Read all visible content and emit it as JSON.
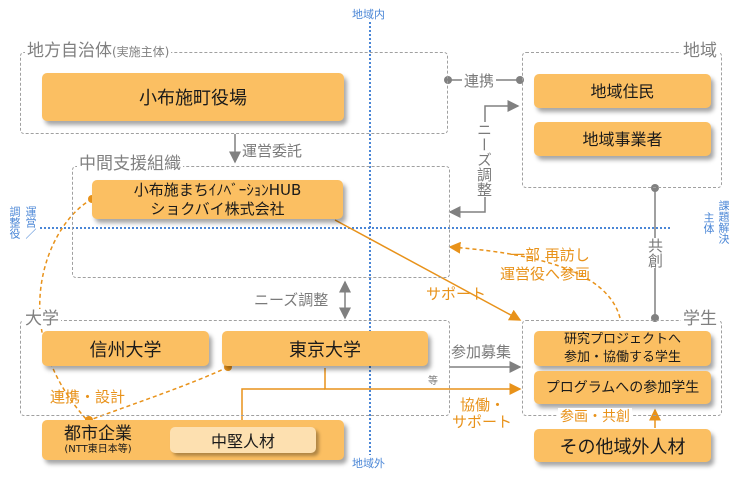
{
  "axis": {
    "top_label": "地域内",
    "bottom_label": "地域外",
    "left_label_col1": "調整役",
    "left_label_col2": "運営／",
    "right_label_col1": "主体",
    "right_label_col2": "課題解決"
  },
  "groups": {
    "local_gov": {
      "title": "地方自治体",
      "subtitle": "(実施主体)"
    },
    "region": {
      "title": "地域"
    },
    "intermediary": {
      "title": "中間支援組織"
    },
    "university": {
      "title": "大学"
    },
    "students": {
      "title": "学生"
    }
  },
  "boxes": {
    "obuse_town_office": "小布施町役場",
    "local_residents": "地域住民",
    "local_businesses": "地域事業者",
    "hub_line1": "小布施まちｲﾉﾍﾞｰｼｮﾝHUB",
    "hub_line2": "ショクバイ株式会社",
    "shinshu_univ": "信州大学",
    "tokyo_univ": "東京大学",
    "urban_company": "都市企業",
    "urban_company_sub": "(NTT東日本等)",
    "mid_career": "中堅人材",
    "research_students_line1": "研究プロジェクトへ",
    "research_students_line2": "参加・協働する学生",
    "program_students": "プログラムへの参加学生",
    "other_outside": "その他域外人材"
  },
  "connectors": {
    "collaboration": "連携",
    "operation_outsourcing": "運営委託",
    "needs_adjustment_vertical": "ニーズ調整",
    "needs_adjustment_horizontal": "ニーズ調整",
    "co_creation": "共創",
    "revisit_line1": "一部 再訪し",
    "revisit_line2": "運営役へ参画",
    "support": "サポート",
    "recruitment": "参加募集",
    "etc": "等",
    "cooperation_line1": "協働・",
    "cooperation_line2": "サポート",
    "partnership_design": "連携・設計",
    "participation_cocreation": "参画・共創"
  },
  "colors": {
    "box_fill": "#fbbf62",
    "box_light_fill": "#fde0b0",
    "orange_line": "#e8921a",
    "gray_line": "#808080",
    "blue_axis": "#4a86d6"
  }
}
